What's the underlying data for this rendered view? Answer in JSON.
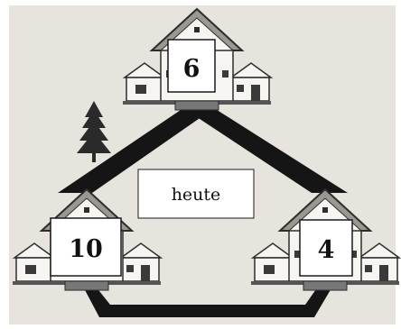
{
  "center_label": "heute",
  "houses": [
    {
      "id": "top",
      "number": "6"
    },
    {
      "id": "left",
      "number": "10"
    },
    {
      "id": "right",
      "number": "4"
    }
  ],
  "colors": {
    "background": "#e6e4dd",
    "road": "#151515",
    "wall": "#f6f5f1",
    "roof": "#9a9890",
    "outline": "#2c2c2c",
    "tree": "#2a2a2a",
    "label_box": "#ffffff"
  },
  "icons": [
    "house-icon",
    "tree-icon"
  ]
}
